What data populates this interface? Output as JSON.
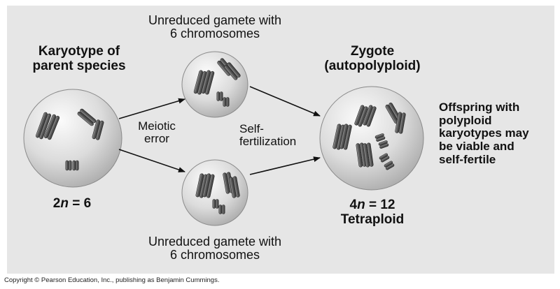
{
  "labels": {
    "gamete_top": [
      "Unreduced gamete with",
      "6 chromosomes"
    ],
    "gamete_bottom": [
      "Unreduced gamete with",
      "6 chromosomes"
    ],
    "karyotype_title": [
      "Karyotype of",
      "parent species"
    ],
    "zygote_title": [
      "Zygote",
      "(autopolyploid)"
    ],
    "meiotic_error": [
      "Meiotic",
      "error"
    ],
    "self_fertilization": [
      "Self-",
      "fertilization"
    ],
    "offspring_note": [
      "Offspring with",
      "polyploid",
      "karyotypes may",
      "be viable and",
      "self-fertile"
    ],
    "parent_ploidy": {
      "coef": "2",
      "var": "n",
      "rest": " = 6"
    },
    "zygote_ploidy": {
      "coef": "4",
      "var": "n",
      "rest": " = 12"
    },
    "zygote_type": "Tetraploid"
  },
  "copyright": "Copyright © Pearson Education, Inc., publishing as Benjamin Cummings."
}
